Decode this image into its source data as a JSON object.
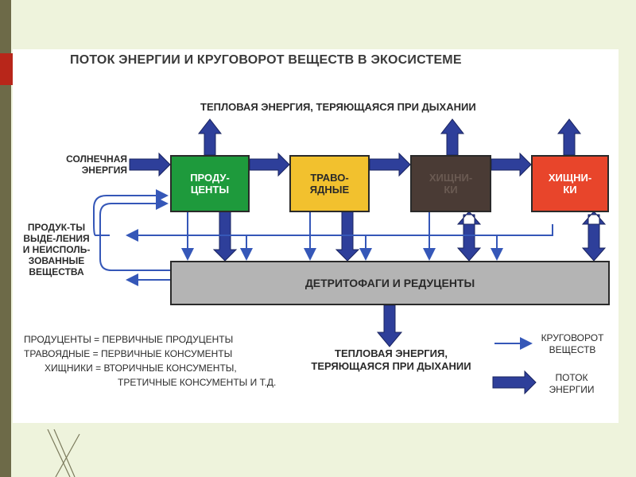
{
  "title": "ПОТОК ЭНЕРГИИ И КРУГОВОРОТ ВЕЩЕСТВ В ЭКОСИСТЕМЕ",
  "top_heat_label": "ТЕПЛОВАЯ ЭНЕРГИЯ, ТЕРЯЮЩАЯСЯ ПРИ ДЫХАНИИ",
  "solar_label": "СОЛНЕЧНАЯ ЭНЕРГИЯ",
  "waste_label": "ПРОДУК-ТЫ ВЫДЕ-ЛЕНИЯ И НЕИСПОЛЬ-ЗОВАННЫЕ ВЕЩЕСТВА",
  "boxes": {
    "producers": "ПРОДУ-ЦЕНТЫ",
    "herbivores": "ТРАВО-ЯДНЫЕ",
    "predators1": "ХИЩНИ-КИ",
    "predators2": "ХИЩНИ-КИ",
    "decomposers": "ДЕТРИТОФАГИ И РЕДУЦЕНТЫ"
  },
  "bottom_heat_label": "ТЕПЛОВАЯ ЭНЕРГИЯ, ТЕРЯЮЩАЯСЯ ПРИ ДЫХАНИИ",
  "definitions": [
    "ПРОДУЦЕНТЫ = ПЕРВИЧНЫЕ ПРОДУЦЕНТЫ",
    "ТРАВОЯДНЫЕ = ПЕРВИЧНЫЕ КОНСУМЕНТЫ",
    "ХИЩНИКИ = ВТОРИЧНЫЕ КОНСУМЕНТЫ,",
    "ТРЕТИЧНЫЕ КОНСУМЕНТЫ И Т.Д."
  ],
  "legend": {
    "cycle": "КРУГОВОРОТ ВЕЩЕСТВ",
    "flow": "ПОТОК ЭНЕРГИИ"
  },
  "colors": {
    "producers": "#1e9a3c",
    "herbivores": "#f2c12e",
    "predators1": "#4a3b35",
    "predators2": "#e8452b",
    "decomposers": "#b4b4b4",
    "energy_arrow": "#2e3f9a",
    "cycle_arrow": "#3557b8"
  }
}
